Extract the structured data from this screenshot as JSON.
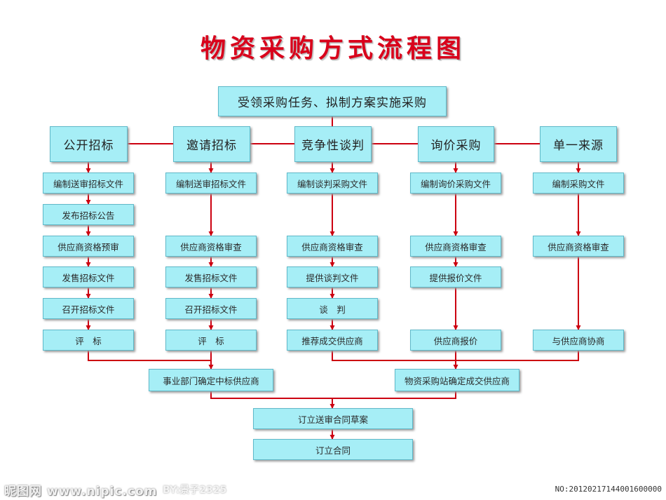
{
  "title": "物资采购方式流程图",
  "top_box": "受领采购任务、拟制方案实施采购",
  "methods": [
    {
      "label": "公开招标",
      "steps": [
        "编制送审招标文件",
        "发布招标公告",
        "供应商资格预审",
        "发售招标文件",
        "召开招标文件",
        "评　标"
      ]
    },
    {
      "label": "邀请招标",
      "steps": [
        "编制送审招标文件",
        "供应商资格审查",
        "发售招标文件",
        "召开招标文件",
        "评　标"
      ]
    },
    {
      "label": "竞争性谈判",
      "steps": [
        "编制谈判采购文件",
        "供应商资格审查",
        "提供谈判文件",
        "谈　判",
        "推荐成交供应商"
      ]
    },
    {
      "label": "询价采购",
      "steps": [
        "编制询价采购文件",
        "供应商资格审查",
        "提供报价文件",
        "供应商报价"
      ]
    },
    {
      "label": "单一来源",
      "steps": [
        "编制采购文件",
        "供应商资格审查",
        "与供应商协商"
      ]
    }
  ],
  "merge_left": "事业部门确定中标供应商",
  "merge_right": "物资采购站确定成交供应商",
  "draft_contract": "订立送审合同草案",
  "sign_contract": "订立合同",
  "watermark": {
    "site": "昵图网 www.nipic.com",
    "by": "BY:景子2325",
    "number": "NO:20120217144001600000"
  },
  "colors": {
    "title": "#d9001b",
    "box_fill": "#a6eef6",
    "box_border": "#5fb9c9",
    "line": "#cc0010"
  }
}
